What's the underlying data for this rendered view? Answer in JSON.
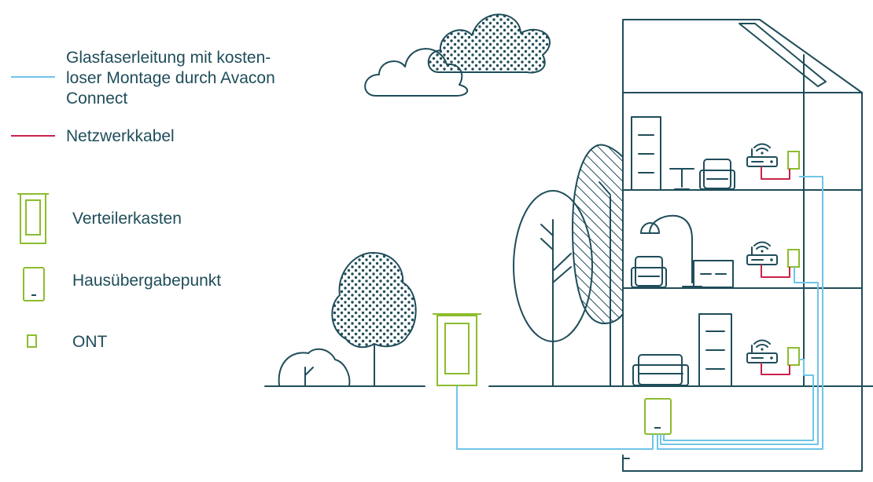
{
  "legend": {
    "fiber_line1": "Glasfaserleitung mit kosten-",
    "fiber_line2": "loser Montage durch Avacon",
    "fiber_line3": "Connect",
    "network_cable": "Netzwerkkabel",
    "distribution_box": "Verteilerkasten",
    "house_transfer_point": "Hausübergabepunkt",
    "ont": "ONT"
  },
  "colors": {
    "ink": "#1f4d5a",
    "fiber": "#6fc5e8",
    "network": "#c9234b",
    "device_green": "#8cbd2e"
  }
}
